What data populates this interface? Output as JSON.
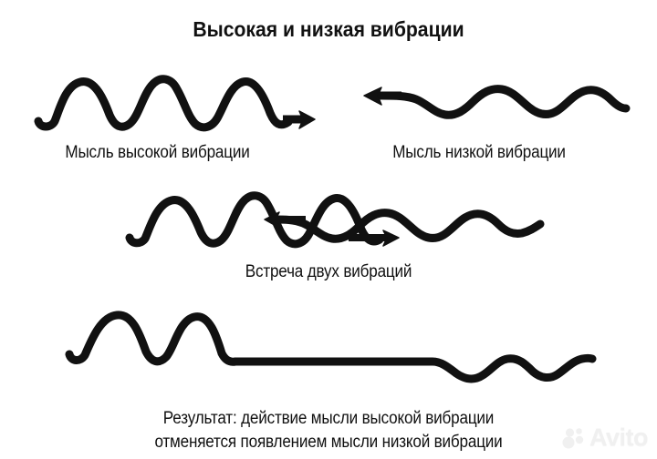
{
  "title": "Высокая и низкая вибрации",
  "labels": {
    "high": "Мысль высокой вибрации",
    "low": "Мысль низкой вибрации",
    "meeting": "Встреча двух вибраций"
  },
  "caption": {
    "line1": "Результат: действие мысли высокой вибрации",
    "line2": "отменяется появлением мысли низкой вибрации"
  },
  "watermark": {
    "text": "Avito"
  },
  "colors": {
    "ink": "#111111",
    "background": "#ffffff",
    "watermark": "#f0f0f0"
  },
  "chart_data": {
    "type": "line",
    "title": "Высокая и низкая вибрации",
    "xlabel": "",
    "ylabel": "",
    "series": [
      {
        "name": "Мысль высокой вибрации",
        "description": "Волна большой амплитуды, короткая длина волны, три гребня, стрелка направлена вправо",
        "amplitude": 26,
        "wavelength": 85,
        "cycles": 3,
        "direction": "right",
        "arrow": true,
        "x_start": 40,
        "x_end": 340,
        "baseline_y": 115
      },
      {
        "name": "Мысль низкой вибрации",
        "description": "Волна малой амплитуды, длинная длина волны, стрелка направлена влево",
        "amplitude": 11,
        "wavelength": 62,
        "cycles": 4,
        "direction": "left",
        "arrow": true,
        "x_start": 398,
        "x_end": 685,
        "baseline_y": 110
      },
      {
        "name": "Встреча двух вибраций",
        "description": "Высокочастотная волна слева идёт вправо, низкочастотная волна справа идёт влево, они пересекаются в центре",
        "high_amplitude": 24,
        "high_wavelength": 85,
        "low_amplitude": 11,
        "low_wavelength": 62,
        "baseline_y": 243,
        "x_start": 140,
        "x_end": 600,
        "arrows": [
          "left",
          "right"
        ]
      },
      {
        "name": "Результат",
        "description": "Два гребня высокой вибрации слева, затем прямая линия, затем мелкая рябь низкой вибрации справа",
        "high_amplitude": 32,
        "high_cycles": 2,
        "flat_from": 230,
        "flat_to": 480,
        "low_amplitude": 13,
        "low_cycles": 3,
        "baseline_y": 393,
        "x_start": 72,
        "x_end": 648
      }
    ],
    "legend_position": "below-each",
    "grid": false
  }
}
